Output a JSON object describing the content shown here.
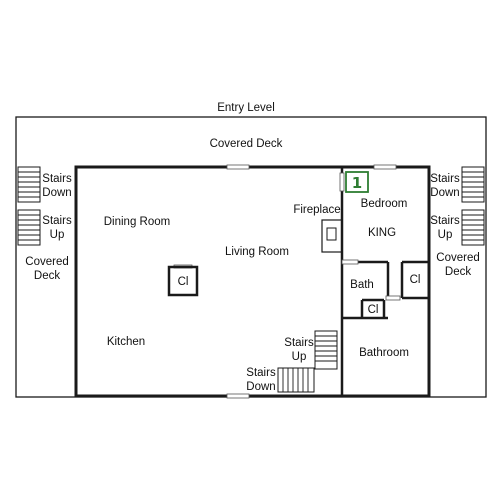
{
  "plan": {
    "title": "Entry Level",
    "labels": {
      "covered_deck_top": "Covered Deck",
      "covered_deck_left_line1": "Covered",
      "covered_deck_left_line2": "Deck",
      "covered_deck_right_line1": "Covered",
      "covered_deck_right_line2": "Deck",
      "stairs_down_left_line1": "Stairs",
      "stairs_down_left_line2": "Down",
      "stairs_up_left_line1": "Stairs",
      "stairs_up_left_line2": "Up",
      "stairs_down_right_line1": "Stairs",
      "stairs_down_right_line2": "Down",
      "stairs_up_right_line1": "Stairs",
      "stairs_up_right_line2": "Up",
      "dining_room": "Dining Room",
      "living_room": "Living Room",
      "kitchen": "Kitchen",
      "fireplace": "Fireplace",
      "bedroom": "Bedroom",
      "king": "KING",
      "bath": "Bath",
      "bathroom": "Bathroom",
      "closet_center": "Cl",
      "closet_bath": "Cl",
      "closet_right": "Cl",
      "stairs_up_inner_line1": "Stairs",
      "stairs_up_inner_line2": "Up",
      "stairs_down_inner_line1": "Stairs",
      "stairs_down_inner_line2": "Down"
    },
    "bedroom_badge": "1",
    "colors": {
      "badge": "#2e7d32",
      "walls": "#1a1a1a"
    }
  }
}
